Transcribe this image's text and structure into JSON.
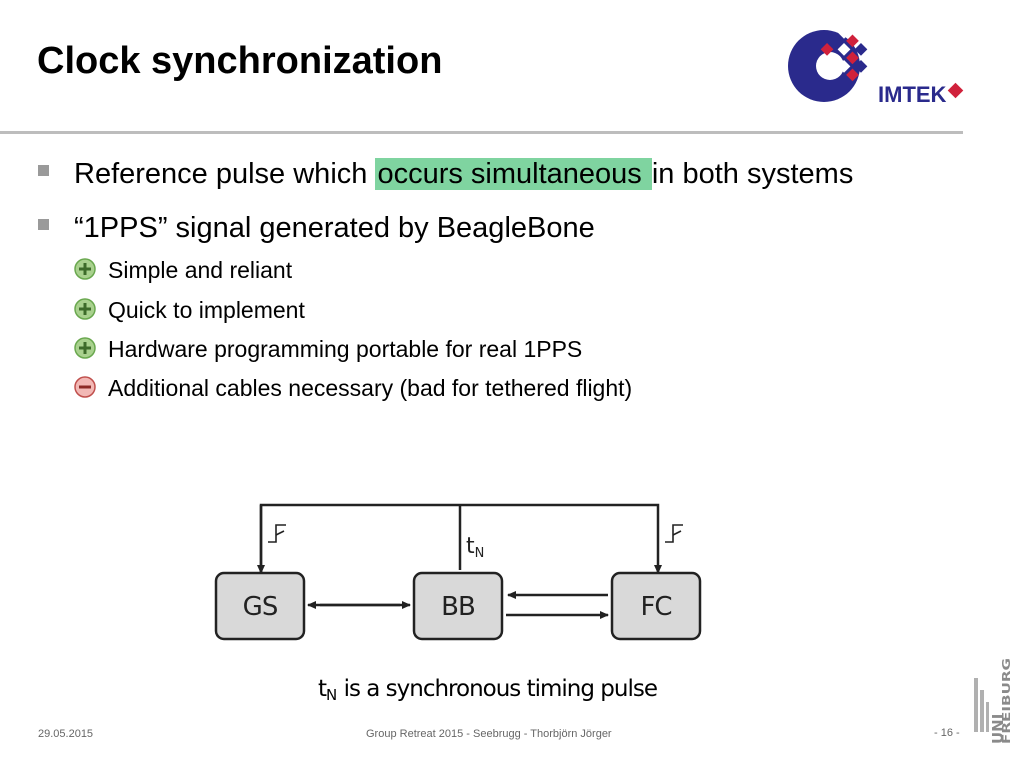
{
  "slide": {
    "title": "Clock synchronization"
  },
  "bullets": [
    {
      "pre": "Reference pulse which ",
      "highlight": "occurs simultaneous ",
      "post": "in both systems"
    },
    {
      "text": "“1PPS” signal generated by BeagleBone",
      "sub": [
        {
          "type": "pro",
          "icon": "plus-circle-icon",
          "text": "Simple and reliant"
        },
        {
          "type": "pro",
          "icon": "plus-circle-icon",
          "text": "Quick to implement"
        },
        {
          "type": "pro",
          "icon": "plus-circle-icon",
          "text": "Hardware programming portable for real 1PPS"
        },
        {
          "type": "con",
          "icon": "minus-circle-icon",
          "text": "Additional cables necessary (bad for tethered flight)"
        }
      ]
    }
  ],
  "diagram": {
    "boxes": {
      "gs": "GS",
      "bb": "BB",
      "fc": "FC"
    },
    "pulse_label": "t",
    "pulse_sub": "N",
    "caption_t": "t",
    "caption_sub": "N",
    "caption_rest": " is a synchronous timing pulse"
  },
  "footer": {
    "date": "29.05.2015",
    "event": "Group Retreat 2015 - Seebrugg - Thorbjörn Jörger",
    "page": "- 16 -"
  },
  "logos": {
    "imtek": "IMTEK",
    "uni_line1": "UNI",
    "uni_line2": "FREIBURG"
  },
  "colors": {
    "highlight": "#7fd4a0",
    "pro_icon": "#6aa84f",
    "con_icon": "#c0504d",
    "imtek_blue": "#2a2a8c",
    "imtek_red": "#d0213b",
    "box_fill": "#d9d9d9"
  }
}
